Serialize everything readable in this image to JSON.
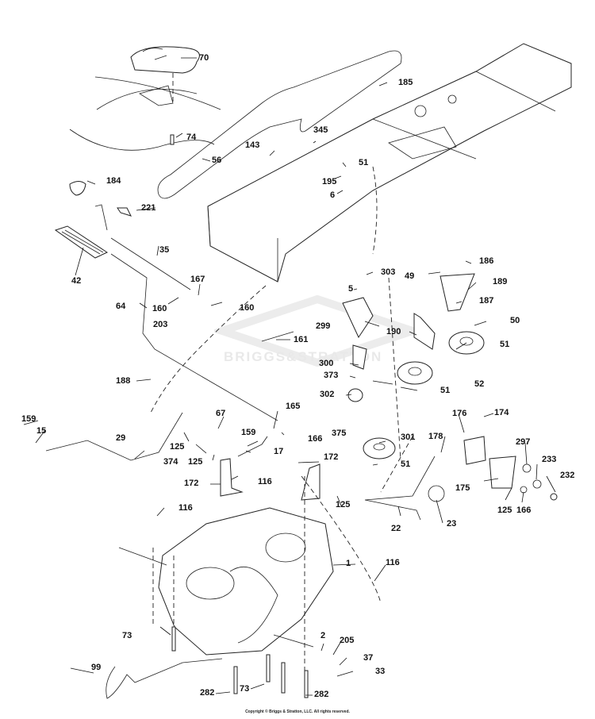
{
  "diagram": {
    "type": "exploded parts diagram",
    "subject": "Lawn tractor ground drive / hydrostatic transmission assembly",
    "watermark": "BRIGGS&STRATTON",
    "copyright": "Copyright © Briggs & Stratton, LLC. All rights reserved."
  },
  "callouts": [
    {
      "id": "c70",
      "label": "70"
    },
    {
      "id": "c74",
      "label": "74"
    },
    {
      "id": "c56",
      "label": "56"
    },
    {
      "id": "c184",
      "label": "184"
    },
    {
      "id": "c221",
      "label": "221"
    },
    {
      "id": "c185",
      "label": "185"
    },
    {
      "id": "c345",
      "label": "345"
    },
    {
      "id": "c143",
      "label": "143"
    },
    {
      "id": "c51a",
      "label": "51"
    },
    {
      "id": "c195",
      "label": "195"
    },
    {
      "id": "c6",
      "label": "6"
    },
    {
      "id": "c35",
      "label": "35"
    },
    {
      "id": "c42",
      "label": "42"
    },
    {
      "id": "c167",
      "label": "167"
    },
    {
      "id": "c64",
      "label": "64"
    },
    {
      "id": "c160a",
      "label": "160"
    },
    {
      "id": "c160b",
      "label": "160"
    },
    {
      "id": "c203",
      "label": "203"
    },
    {
      "id": "c303",
      "label": "303"
    },
    {
      "id": "c49",
      "label": "49"
    },
    {
      "id": "c186",
      "label": "186"
    },
    {
      "id": "c189",
      "label": "189"
    },
    {
      "id": "c5",
      "label": "5"
    },
    {
      "id": "c187",
      "label": "187"
    },
    {
      "id": "c299",
      "label": "299"
    },
    {
      "id": "c50",
      "label": "50"
    },
    {
      "id": "c190",
      "label": "190"
    },
    {
      "id": "c161",
      "label": "161"
    },
    {
      "id": "c51b",
      "label": "51"
    },
    {
      "id": "c300",
      "label": "300"
    },
    {
      "id": "c188",
      "label": "188"
    },
    {
      "id": "c373",
      "label": "373"
    },
    {
      "id": "c52",
      "label": "52"
    },
    {
      "id": "c302",
      "label": "302"
    },
    {
      "id": "c51c",
      "label": "51"
    },
    {
      "id": "c165",
      "label": "165"
    },
    {
      "id": "c159a",
      "label": "159"
    },
    {
      "id": "c176",
      "label": "176"
    },
    {
      "id": "c174",
      "label": "174"
    },
    {
      "id": "c67",
      "label": "67"
    },
    {
      "id": "c15",
      "label": "15"
    },
    {
      "id": "c375",
      "label": "375"
    },
    {
      "id": "c166a",
      "label": "166"
    },
    {
      "id": "c159b",
      "label": "159"
    },
    {
      "id": "c301",
      "label": "301"
    },
    {
      "id": "c178",
      "label": "178"
    },
    {
      "id": "c297",
      "label": "297"
    },
    {
      "id": "c29",
      "label": "29"
    },
    {
      "id": "c125a",
      "label": "125"
    },
    {
      "id": "c374",
      "label": "374"
    },
    {
      "id": "c125b",
      "label": "125"
    },
    {
      "id": "c17",
      "label": "17"
    },
    {
      "id": "c51d",
      "label": "51"
    },
    {
      "id": "c233",
      "label": "233"
    },
    {
      "id": "c172a",
      "label": "172"
    },
    {
      "id": "c116a",
      "label": "116"
    },
    {
      "id": "c172b",
      "label": "172"
    },
    {
      "id": "c232",
      "label": "232"
    },
    {
      "id": "c175",
      "label": "175"
    },
    {
      "id": "c125c",
      "label": "125"
    },
    {
      "id": "c125d",
      "label": "125"
    },
    {
      "id": "c166b",
      "label": "166"
    },
    {
      "id": "c22",
      "label": "22"
    },
    {
      "id": "c23",
      "label": "23"
    },
    {
      "id": "c116b",
      "label": "116"
    },
    {
      "id": "c1",
      "label": "1"
    },
    {
      "id": "c116c",
      "label": "116"
    },
    {
      "id": "c73a",
      "label": "73"
    },
    {
      "id": "c2",
      "label": "2"
    },
    {
      "id": "c205",
      "label": "205"
    },
    {
      "id": "c37",
      "label": "37"
    },
    {
      "id": "c99",
      "label": "99"
    },
    {
      "id": "c33",
      "label": "33"
    },
    {
      "id": "c282a",
      "label": "282"
    },
    {
      "id": "c73b",
      "label": "73"
    },
    {
      "id": "c282b",
      "label": "282"
    }
  ]
}
